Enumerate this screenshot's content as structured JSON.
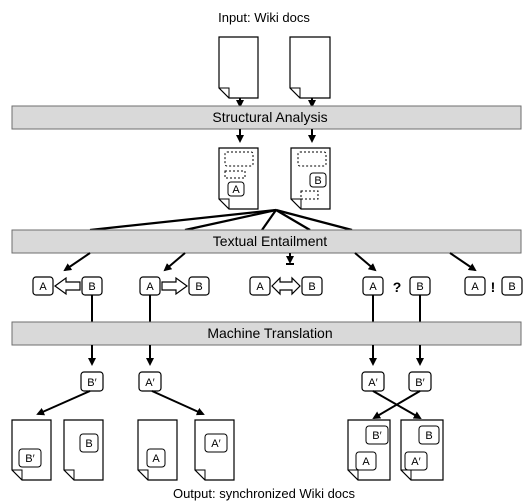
{
  "input_title": "Input: Wiki docs",
  "output_title": "Output: synchronized Wiki docs",
  "stages": {
    "structural": "Structural Analysis",
    "entailment": "Textual Entailment",
    "translation": "Machine Translation"
  },
  "labels": {
    "A": "A",
    "B": "B",
    "A_prime": "A′",
    "B_prime": "B′",
    "question": "?",
    "exclaim": "!"
  },
  "colors": {
    "band_fill": "#d9d9d9",
    "band_stroke": "#6e6e6e",
    "line": "#000000",
    "doc_fill": "#ffffff"
  }
}
